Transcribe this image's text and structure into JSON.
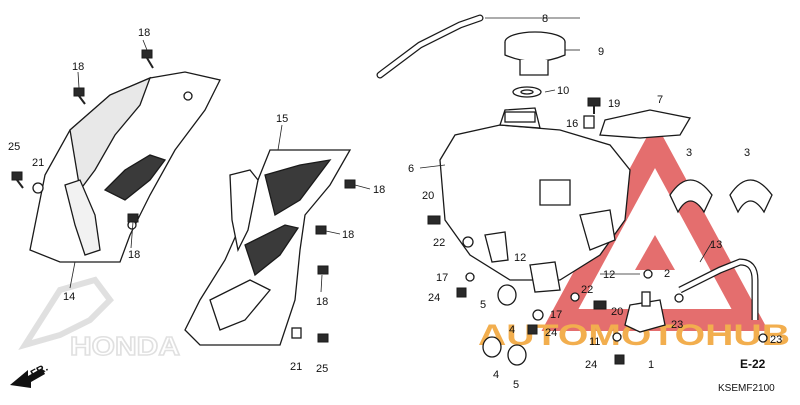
{
  "diagram": {
    "code": "KSEMF2100",
    "ref": "E-22",
    "direction_label": "FR.",
    "shroud_logo": "HONDA",
    "watermark": "AUTOMOTOHUB",
    "colors": {
      "line": "#1a1a1a",
      "watermark_red": "#e05555",
      "watermark_orange": "#f0a030",
      "watermark_gray": "#555555",
      "logo_gray": "#bbbbbb"
    }
  },
  "callouts": [
    {
      "id": "c1",
      "text": "18"
    },
    {
      "id": "c2",
      "text": "18"
    },
    {
      "id": "c3",
      "text": "25"
    },
    {
      "id": "c4",
      "text": "21"
    },
    {
      "id": "c5",
      "text": "18"
    },
    {
      "id": "c6",
      "text": "14"
    },
    {
      "id": "c7",
      "text": "15"
    },
    {
      "id": "c8",
      "text": "18"
    },
    {
      "id": "c9",
      "text": "18"
    },
    {
      "id": "c10",
      "text": "18"
    },
    {
      "id": "c11",
      "text": "21"
    },
    {
      "id": "c12",
      "text": "25"
    },
    {
      "id": "c13",
      "text": "8"
    },
    {
      "id": "c14",
      "text": "9"
    },
    {
      "id": "c15",
      "text": "10"
    },
    {
      "id": "c16",
      "text": "19"
    },
    {
      "id": "c17",
      "text": "16"
    },
    {
      "id": "c18",
      "text": "7"
    },
    {
      "id": "c19",
      "text": "6"
    },
    {
      "id": "c20",
      "text": "3"
    },
    {
      "id": "c21",
      "text": "3"
    },
    {
      "id": "c22",
      "text": "20"
    },
    {
      "id": "c23",
      "text": "22"
    },
    {
      "id": "c24",
      "text": "12"
    },
    {
      "id": "c25",
      "text": "17"
    },
    {
      "id": "c26",
      "text": "24"
    },
    {
      "id": "c27",
      "text": "5"
    },
    {
      "id": "c28",
      "text": "12"
    },
    {
      "id": "c29",
      "text": "13"
    },
    {
      "id": "c30",
      "text": "2"
    },
    {
      "id": "c31",
      "text": "22"
    },
    {
      "id": "c32",
      "text": "20"
    },
    {
      "id": "c33",
      "text": "17"
    },
    {
      "id": "c34",
      "text": "24"
    },
    {
      "id": "c35",
      "text": "4"
    },
    {
      "id": "c36",
      "text": "23"
    },
    {
      "id": "c37",
      "text": "11"
    },
    {
      "id": "c38",
      "text": "1"
    },
    {
      "id": "c39",
      "text": "24"
    },
    {
      "id": "c40",
      "text": "4"
    },
    {
      "id": "c41",
      "text": "5"
    },
    {
      "id": "c42",
      "text": "23"
    }
  ]
}
